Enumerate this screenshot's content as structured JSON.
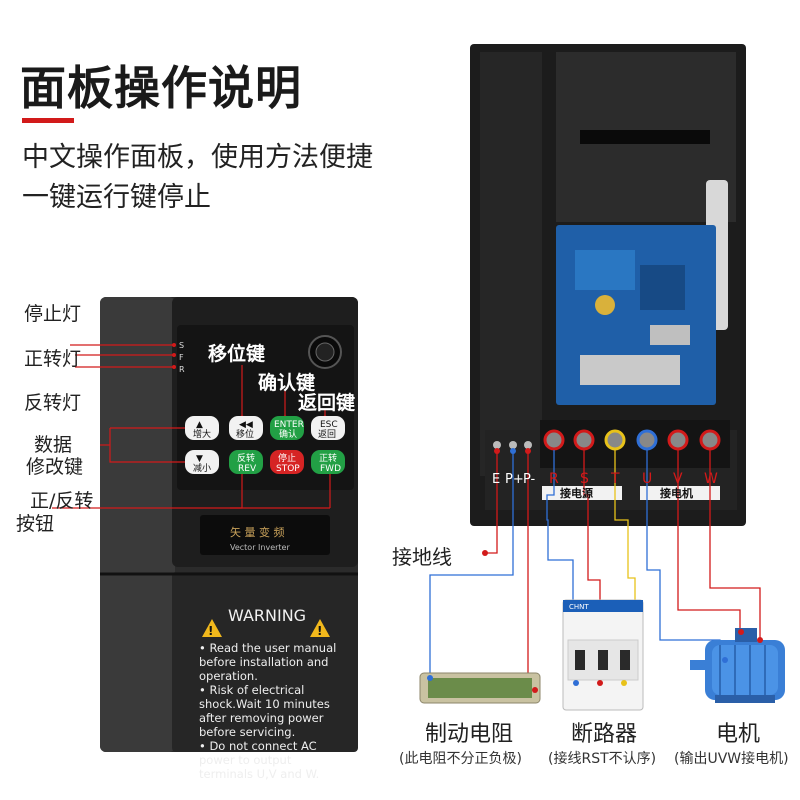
{
  "heading": {
    "title": "面板操作说明",
    "line1": "中文操作面板，使用方法便捷",
    "line2": "一键运行键停止"
  },
  "panel_callouts": {
    "stop_lamp": "停止灯",
    "fwd_lamp": "正转灯",
    "rev_lamp": "反转灯",
    "data_modify_1": "数据",
    "data_modify_2": "修改键",
    "fwd_rev_btn_1": "正/反转",
    "fwd_rev_btn_2": "按钮",
    "shift_key": "移位键",
    "confirm_key": "确认键",
    "return_key": "返回键"
  },
  "indicator_letters": [
    "S",
    "F",
    "R"
  ],
  "keys": {
    "up": "增大",
    "shift": "移位",
    "enter_top": "ENTER",
    "enter_bottom": "确认",
    "esc_top": "ESC",
    "esc_bottom": "返回",
    "down": "减小",
    "rev_top": "反转",
    "rev_bottom": "REV",
    "stop_top": "停止",
    "stop_bottom": "STOP",
    "fwd_top": "正转",
    "fwd_bottom": "FWD"
  },
  "brand": {
    "cn": "矢 量 变 频",
    "en": "Vector Inverter"
  },
  "warning": {
    "title": "WARNING",
    "items": [
      "Read the user manual before installation and operation.",
      "Risk of electrical shock.Wait 10 minutes after removing power before servicing.",
      "Do not connect AC power to output terminals U,V and W."
    ]
  },
  "terminals": {
    "left_pins": [
      "E",
      "P+",
      "P-"
    ],
    "power_pins": [
      "R",
      "S",
      "T"
    ],
    "motor_pins": [
      "U",
      "V",
      "W"
    ],
    "power_label": "接电源",
    "motor_label": "接电机"
  },
  "ground_label": "接地线",
  "bottom": {
    "resistor": "制动电阻",
    "resistor_note": "(此电阻不分正负极)",
    "breaker": "断路器",
    "breaker_note": "(接线RST不认序)",
    "motor": "电机",
    "motor_note": "(输出UVW接电机)",
    "breaker_brand": "CHNT"
  },
  "colors": {
    "accent_red": "#d21a1a",
    "key_green": "#22a045",
    "key_red": "#d62424",
    "wire_blue": "#2f6fd6",
    "wire_yellow": "#e8c21a",
    "wire_red": "#d21a1a"
  }
}
